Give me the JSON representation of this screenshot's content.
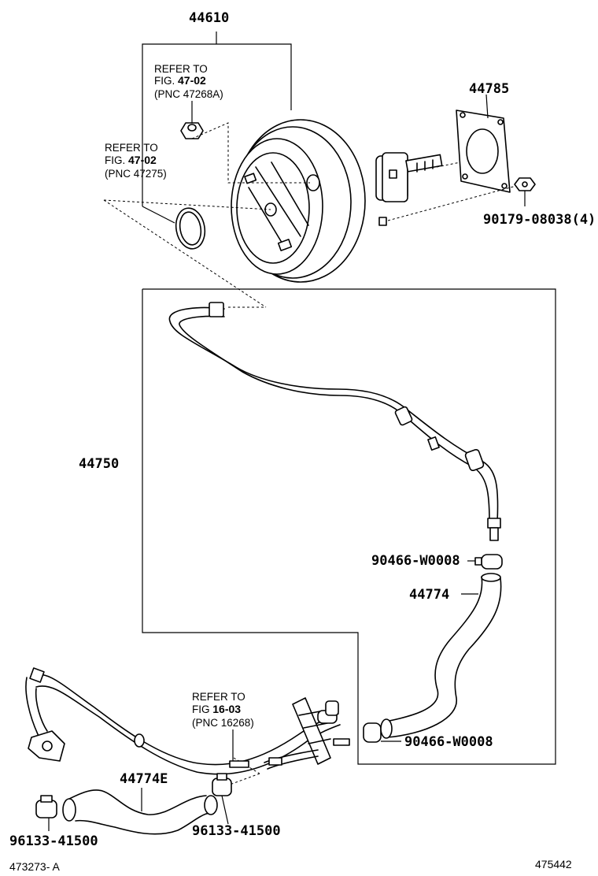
{
  "parts": {
    "booster": "44610",
    "gasket": "44785",
    "nut": "90179-08038(4)",
    "tube": "44750",
    "clip_upper": "90466-W0008",
    "hose_upper": "44774",
    "clip_lower": "90466-W0008",
    "hose_lower": "44774E",
    "clamp_left": "96133-41500",
    "clamp_right": "96133-41500"
  },
  "refs": {
    "ref1": {
      "line1": "REFER TO",
      "line2_prefix": "FIG. ",
      "line2_num": "47-02",
      "line3": "(PNC 47268A)"
    },
    "ref2": {
      "line1": "REFER TO",
      "line2_prefix": "FIG. ",
      "line2_num": "47-02",
      "line3": "(PNC 47275)"
    },
    "ref3": {
      "line1": "REFER TO",
      "line2_prefix": "FIG ",
      "line2_num": "16-03",
      "line3": "(PNC 16268)"
    }
  },
  "footer": {
    "left": "473273- A",
    "right": "475442"
  }
}
